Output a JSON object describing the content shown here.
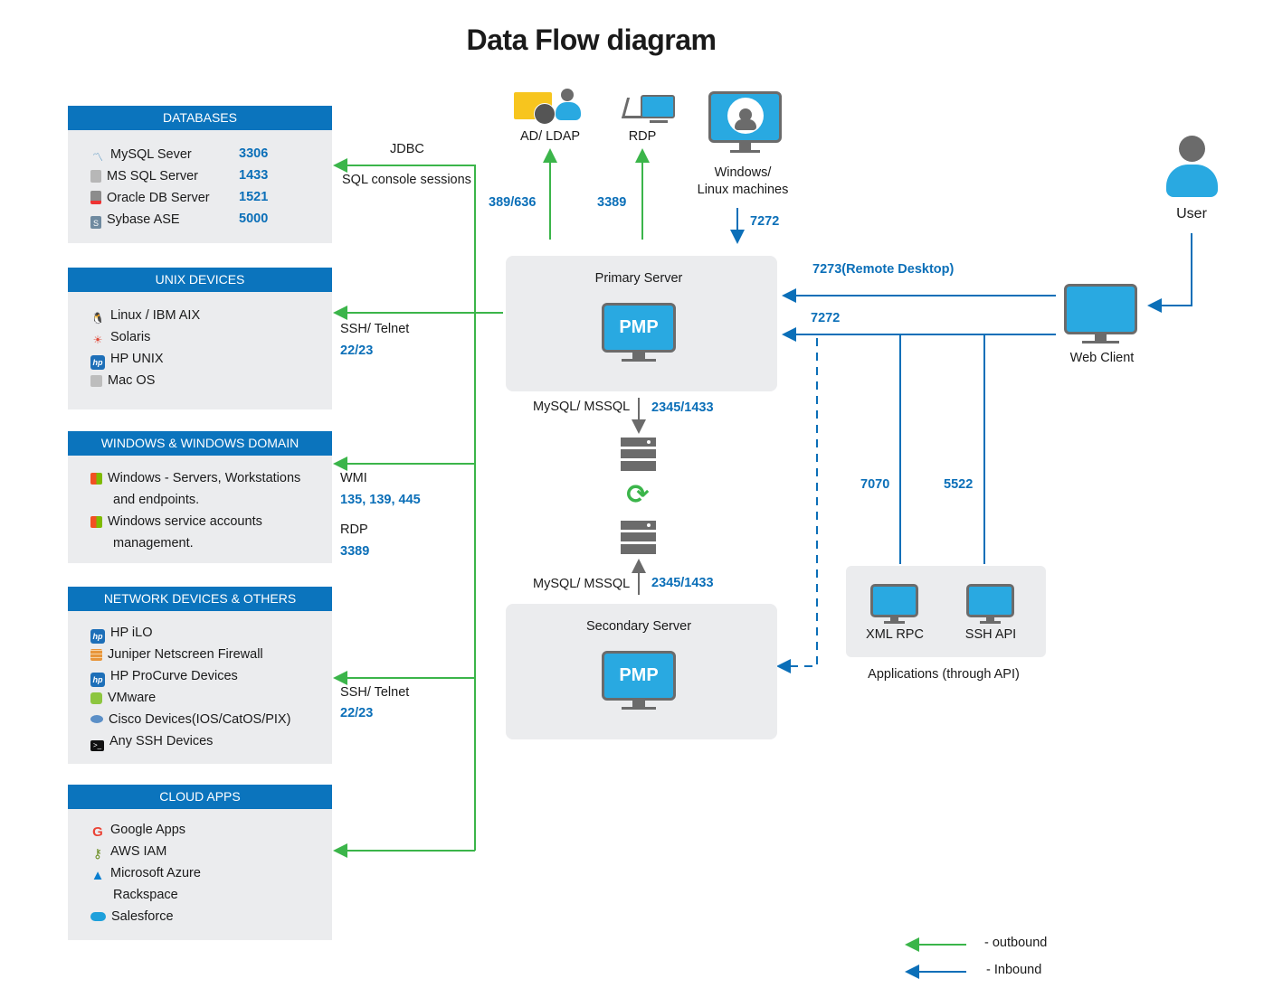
{
  "title": "Data Flow diagram",
  "colors": {
    "outbound": "#3bb54a",
    "inbound": "#0b6fb8",
    "panel_header": "#0b74bd",
    "panel_bg": "#ebecee",
    "monitor": "#29a9e1"
  },
  "panels": {
    "databases": {
      "header": "DATABASES",
      "items": [
        {
          "icon": "mysql-icon",
          "label": "MySQL Sever",
          "port": "3306"
        },
        {
          "icon": "mssql-icon",
          "label": "MS SQL Server",
          "port": "1433"
        },
        {
          "icon": "oracle-icon",
          "label": "Oracle DB Server",
          "port": "1521"
        },
        {
          "icon": "sybase-icon",
          "label": "Sybase ASE",
          "port": "5000"
        }
      ]
    },
    "unix": {
      "header": "UNIX DEVICES",
      "items": [
        {
          "icon": "linux-icon",
          "label": "Linux / IBM AIX"
        },
        {
          "icon": "solaris-icon",
          "label": "Solaris"
        },
        {
          "icon": "hp-icon",
          "label": "HP UNIX"
        },
        {
          "icon": "apple-icon",
          "label": "Mac OS"
        }
      ]
    },
    "windows": {
      "header": "WINDOWS & WINDOWS DOMAIN",
      "items": [
        {
          "icon": "windows-icon",
          "label": "Windows - Servers, Workstations",
          "label2": "and endpoints."
        },
        {
          "icon": "windows-icon",
          "label": "Windows service accounts",
          "label2": "management."
        }
      ]
    },
    "network": {
      "header": "NETWORK DEVICES & OTHERS",
      "items": [
        {
          "icon": "hp-icon",
          "label": "HP iLO"
        },
        {
          "icon": "firewall-icon",
          "label": "Juniper Netscreen Firewall"
        },
        {
          "icon": "hp-icon",
          "label": "HP ProCurve Devices"
        },
        {
          "icon": "vmware-icon",
          "label": "VMware"
        },
        {
          "icon": "cisco-icon",
          "label": "Cisco Devices(IOS/CatOS/PIX)"
        },
        {
          "icon": "terminal-icon",
          "label": "Any SSH Devices"
        }
      ]
    },
    "cloud": {
      "header": "CLOUD APPS",
      "items": [
        {
          "icon": "google-icon",
          "label": "Google Apps"
        },
        {
          "icon": "aws-key-icon",
          "label": "AWS IAM"
        },
        {
          "icon": "azure-icon",
          "label": "Microsoft Azure"
        },
        {
          "icon": "",
          "label": "Rackspace"
        },
        {
          "icon": "salesforce-icon",
          "label": "Salesforce"
        }
      ]
    }
  },
  "connections": {
    "jdbc": "JDBC",
    "sql_console": "SQL console sessions",
    "unix_proto": "SSH/ Telnet",
    "unix_port": "22/23",
    "wmi": "WMI",
    "wmi_ports": "135, 139, 445",
    "rdp": "RDP",
    "rdp_port": "3389",
    "net_proto": "SSH/ Telnet",
    "net_port": "22/23"
  },
  "top": {
    "ad_ldap": "AD/ LDAP",
    "ad_port": "389/636",
    "rdp": "RDP",
    "rdp_port": "3389",
    "machines_line1": "Windows/",
    "machines_line2": "Linux machines",
    "machines_port": "7272"
  },
  "primary": {
    "label": "Primary Server",
    "screen": "PMP"
  },
  "secondary": {
    "label": "Secondary Server",
    "screen": "PMP"
  },
  "db_sync": {
    "top_label": "MySQL/ MSSQL",
    "top_port": "2345/1433",
    "bottom_label": "MySQL/ MSSQL",
    "bottom_port": "2345/1433"
  },
  "right": {
    "user": "User",
    "web_client": "Web Client",
    "remote_desktop_port": "7273(Remote Desktop)",
    "web_port": "7272",
    "xml_port": "7070",
    "ssh_api_port": "5522",
    "xml_rpc": "XML RPC",
    "ssh_api": "SSH API",
    "apps_caption": "Applications (through API)"
  },
  "legend": {
    "outbound": "- outbound",
    "inbound": "- Inbound"
  }
}
